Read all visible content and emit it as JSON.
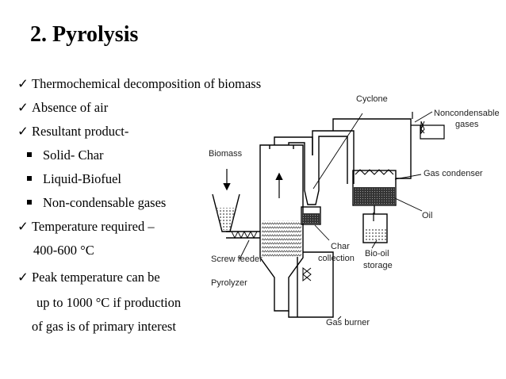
{
  "slide": {
    "title": "2. Pyrolysis",
    "bullets": [
      {
        "mark": "✓",
        "text": "Thermochemical decomposition of biomass"
      },
      {
        "mark": "✓",
        "text": "Absence of air"
      },
      {
        "mark": "✓",
        "text": "Resultant product-"
      }
    ],
    "sub_bullets": [
      "Solid- Char",
      "Liquid-Biofuel",
      "Non-condensable gases"
    ],
    "temp": {
      "mark": "✓",
      "text": "Temperature required –",
      "cont": "400-600 °C"
    },
    "peak": {
      "mark": "✓",
      "text": "Peak temperature can be",
      "cont1": "up to 1000 °C if production",
      "cont2": "of gas is of primary interest"
    }
  },
  "diagram": {
    "labels": {
      "cyclone": "Cyclone",
      "noncond1": "Noncondensable",
      "noncond2": "gases",
      "biomass": "Biomass",
      "condenser": "Gas condenser",
      "oil": "Oil",
      "screw": "Screw feeder",
      "char1": "Char",
      "char2": "collection",
      "biooil1": "Bio-oil",
      "biooil2": "storage",
      "pyrolyzer": "Pyrolyzer",
      "burner": "Gas burner"
    }
  }
}
